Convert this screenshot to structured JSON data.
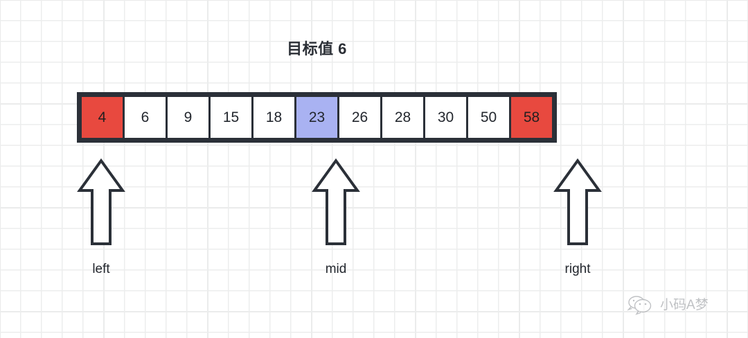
{
  "title": "目标值 6",
  "colors": {
    "target_fill": "#e8493f",
    "mid_fill": "#a9b2f2",
    "cell_fill": "#ffffff",
    "border": "#2b3038",
    "text": "#23272e",
    "grid_line": "#ececed",
    "background": "#ffffff",
    "watermark_text": "#8c8f94"
  },
  "array": {
    "name": "sorted-array",
    "cells": [
      {
        "value": "4",
        "state": "target"
      },
      {
        "value": "6",
        "state": "normal"
      },
      {
        "value": "9",
        "state": "normal"
      },
      {
        "value": "15",
        "state": "normal"
      },
      {
        "value": "18",
        "state": "normal"
      },
      {
        "value": "23",
        "state": "mid"
      },
      {
        "value": "26",
        "state": "normal"
      },
      {
        "value": "28",
        "state": "normal"
      },
      {
        "value": "30",
        "state": "normal"
      },
      {
        "value": "50",
        "state": "normal"
      },
      {
        "value": "58",
        "state": "target"
      }
    ]
  },
  "pointers": [
    {
      "id": "left",
      "label": "left",
      "icon": "arrow-up-icon"
    },
    {
      "id": "mid",
      "label": "mid",
      "icon": "arrow-up-icon"
    },
    {
      "id": "right",
      "label": "right",
      "icon": "arrow-up-icon"
    }
  ],
  "watermark": {
    "icon": "wechat-official-account-icon",
    "text": "小码A梦"
  }
}
